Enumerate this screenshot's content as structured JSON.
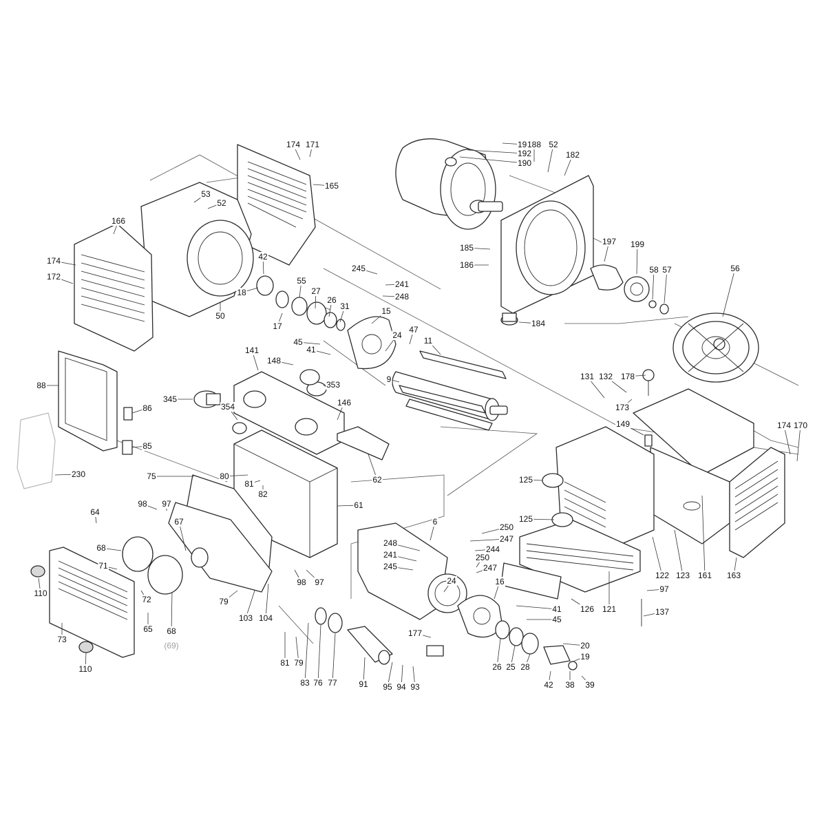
{
  "diagram": {
    "callouts": [
      {
        "id": "c193",
        "label": "193"
      },
      {
        "id": "c192",
        "label": "192"
      },
      {
        "id": "c190",
        "label": "190"
      },
      {
        "id": "c188",
        "label": "188"
      },
      {
        "id": "c52a",
        "label": "52"
      },
      {
        "id": "c182",
        "label": "182"
      },
      {
        "id": "c174a",
        "label": "174"
      },
      {
        "id": "c171",
        "label": "171"
      },
      {
        "id": "c165",
        "label": "165"
      },
      {
        "id": "c53",
        "label": "53"
      },
      {
        "id": "c52b",
        "label": "52"
      },
      {
        "id": "c166",
        "label": "166"
      },
      {
        "id": "c174b",
        "label": "174"
      },
      {
        "id": "c172",
        "label": "172"
      },
      {
        "id": "c42a",
        "label": "42"
      },
      {
        "id": "c18",
        "label": "18"
      },
      {
        "id": "c50",
        "label": "50"
      },
      {
        "id": "c17",
        "label": "17"
      },
      {
        "id": "c55",
        "label": "55"
      },
      {
        "id": "c27",
        "label": "27"
      },
      {
        "id": "c26a",
        "label": "26"
      },
      {
        "id": "c31",
        "label": "31"
      },
      {
        "id": "c245a",
        "label": "245"
      },
      {
        "id": "c241a",
        "label": "241"
      },
      {
        "id": "c248a",
        "label": "248"
      },
      {
        "id": "c15",
        "label": "15"
      },
      {
        "id": "c185",
        "label": "185"
      },
      {
        "id": "c186",
        "label": "186"
      },
      {
        "id": "c197",
        "label": "197"
      },
      {
        "id": "c199",
        "label": "199"
      },
      {
        "id": "c58",
        "label": "58"
      },
      {
        "id": "c57",
        "label": "57"
      },
      {
        "id": "c56",
        "label": "56"
      },
      {
        "id": "c184",
        "label": "184"
      },
      {
        "id": "c47",
        "label": "47"
      },
      {
        "id": "c45a",
        "label": "45"
      },
      {
        "id": "c24a",
        "label": "24"
      },
      {
        "id": "c41a",
        "label": "41"
      },
      {
        "id": "c11",
        "label": "11"
      },
      {
        "id": "c141",
        "label": "141"
      },
      {
        "id": "c148",
        "label": "148"
      },
      {
        "id": "c88",
        "label": "88"
      },
      {
        "id": "c9",
        "label": "9"
      },
      {
        "id": "c353",
        "label": "353"
      },
      {
        "id": "c345",
        "label": "345"
      },
      {
        "id": "c86",
        "label": "86"
      },
      {
        "id": "c146",
        "label": "146"
      },
      {
        "id": "c354",
        "label": "354"
      },
      {
        "id": "c131",
        "label": "131"
      },
      {
        "id": "c132",
        "label": "132"
      },
      {
        "id": "c178",
        "label": "178"
      },
      {
        "id": "c173",
        "label": "173"
      },
      {
        "id": "c149",
        "label": "149"
      },
      {
        "id": "c174c",
        "label": "174"
      },
      {
        "id": "c170",
        "label": "170"
      },
      {
        "id": "c85",
        "label": "85"
      },
      {
        "id": "c62",
        "label": "62"
      },
      {
        "id": "c230",
        "label": "230"
      },
      {
        "id": "c75",
        "label": "75"
      },
      {
        "id": "c80",
        "label": "80"
      },
      {
        "id": "c81",
        "label": "81"
      },
      {
        "id": "c82",
        "label": "82"
      },
      {
        "id": "c125a",
        "label": "125"
      },
      {
        "id": "c61",
        "label": "61"
      },
      {
        "id": "c64",
        "label": "64"
      },
      {
        "id": "c98a",
        "label": "98"
      },
      {
        "id": "c97a",
        "label": "97"
      },
      {
        "id": "c6",
        "label": "6"
      },
      {
        "id": "c125b",
        "label": "125"
      },
      {
        "id": "c250a",
        "label": "250"
      },
      {
        "id": "c247a",
        "label": "247"
      },
      {
        "id": "c244",
        "label": "244"
      },
      {
        "id": "c248b",
        "label": "248"
      },
      {
        "id": "c68a",
        "label": "68"
      },
      {
        "id": "c67",
        "label": "67"
      },
      {
        "id": "c241b",
        "label": "241"
      },
      {
        "id": "c250b",
        "label": "250"
      },
      {
        "id": "c71",
        "label": "71"
      },
      {
        "id": "c245b",
        "label": "245"
      },
      {
        "id": "c247b",
        "label": "247"
      },
      {
        "id": "c98b",
        "label": "98"
      },
      {
        "id": "c97b",
        "label": "97"
      },
      {
        "id": "c24b",
        "label": "24"
      },
      {
        "id": "c16",
        "label": "16"
      },
      {
        "id": "c122",
        "label": "122"
      },
      {
        "id": "c123",
        "label": "123"
      },
      {
        "id": "c161",
        "label": "161"
      },
      {
        "id": "c163",
        "label": "163"
      },
      {
        "id": "c110a",
        "label": "110"
      },
      {
        "id": "c72",
        "label": "72"
      },
      {
        "id": "c97c",
        "label": "97"
      },
      {
        "id": "c79",
        "label": "79"
      },
      {
        "id": "c103",
        "label": "103"
      },
      {
        "id": "c104",
        "label": "104"
      },
      {
        "id": "c121",
        "label": "121"
      },
      {
        "id": "c126",
        "label": "126"
      },
      {
        "id": "c41b",
        "label": "41"
      },
      {
        "id": "c137",
        "label": "137"
      },
      {
        "id": "c65",
        "label": "65"
      },
      {
        "id": "c45b",
        "label": "45"
      },
      {
        "id": "c73",
        "label": "73"
      },
      {
        "id": "c68b",
        "label": "68"
      },
      {
        "id": "c69",
        "label": "(69)"
      },
      {
        "id": "c177",
        "label": "177"
      },
      {
        "id": "c20",
        "label": "20"
      },
      {
        "id": "c19",
        "label": "19"
      },
      {
        "id": "c110b",
        "label": "110"
      },
      {
        "id": "c81b",
        "label": "81"
      },
      {
        "id": "c79b",
        "label": "79"
      },
      {
        "id": "c83",
        "label": "83"
      },
      {
        "id": "c76",
        "label": "76"
      },
      {
        "id": "c77",
        "label": "77"
      },
      {
        "id": "c91",
        "label": "91"
      },
      {
        "id": "c95",
        "label": "95"
      },
      {
        "id": "c94",
        "label": "94"
      },
      {
        "id": "c93",
        "label": "93"
      },
      {
        "id": "c26b",
        "label": "26"
      },
      {
        "id": "c25",
        "label": "25"
      },
      {
        "id": "c28",
        "label": "28"
      },
      {
        "id": "c42b",
        "label": "42"
      },
      {
        "id": "c38",
        "label": "38"
      },
      {
        "id": "c39",
        "label": "39"
      }
    ]
  }
}
